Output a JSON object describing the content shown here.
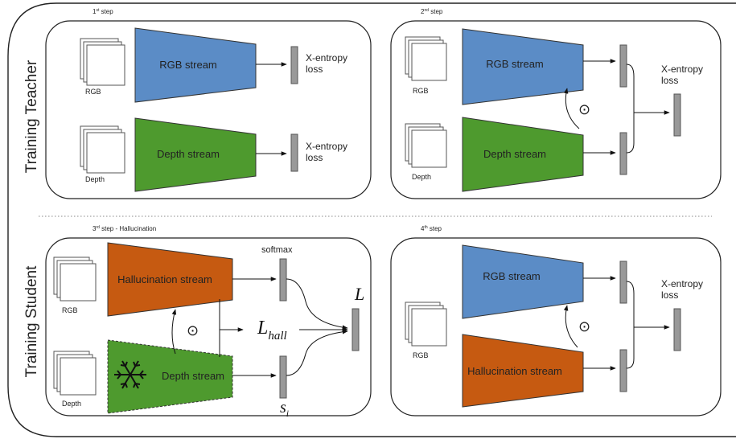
{
  "sections": {
    "teacher_label": "Training Teacher",
    "student_label": "Training Student"
  },
  "steps": {
    "step1": {
      "number": "1",
      "suffix": "st",
      "label": " step"
    },
    "step2": {
      "number": "2",
      "suffix": "nd",
      "label": " step"
    },
    "step3": {
      "number": "3",
      "suffix": "rd",
      "label": " step - Hallucination"
    },
    "step4": {
      "number": "4",
      "suffix": "th",
      "label": " step"
    }
  },
  "inputs": {
    "rgb": "RGB",
    "depth": "Depth"
  },
  "streams": {
    "rgb": "RGB stream",
    "depth": "Depth stream",
    "hallucination": "Hallucination stream"
  },
  "loss": {
    "line1": "X-entropy",
    "line2": "loss",
    "softmax": "softmax",
    "L": "L",
    "L_hall_main": "L",
    "L_hall_sub": "hall",
    "s_main": "s",
    "s_sub": "i",
    "odot": "⊙"
  },
  "icons": [
    "snowflake-icon",
    "odot-icon",
    "arrow-icon"
  ],
  "colors": {
    "rgb_stream": "#5b8cc6",
    "depth_stream": "#4e9a2e",
    "hallucination_stream": "#c65a11",
    "bar": "#999999"
  }
}
